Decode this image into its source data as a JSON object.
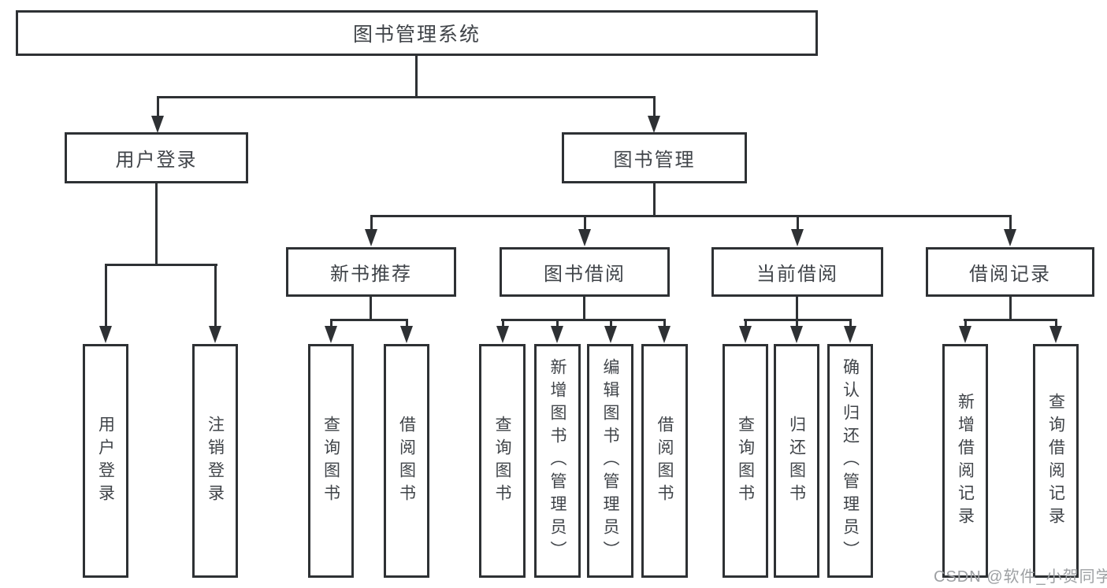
{
  "tree": {
    "label": "图书管理系统",
    "children": [
      {
        "label": "用户登录",
        "children": [
          {
            "label": "用户登录"
          },
          {
            "label": "注销登录"
          }
        ]
      },
      {
        "label": "图书管理",
        "children": [
          {
            "label": "新书推荐",
            "children": [
              {
                "label": "查询图书"
              },
              {
                "label": "借阅图书"
              }
            ]
          },
          {
            "label": "图书借阅",
            "children": [
              {
                "label": "查询图书"
              },
              {
                "label": "新增图书（管理员）"
              },
              {
                "label": "编辑图书（管理员）"
              },
              {
                "label": "借阅图书"
              }
            ]
          },
          {
            "label": "当前借阅",
            "children": [
              {
                "label": "查询图书"
              },
              {
                "label": "归还图书"
              },
              {
                "label": "确认归还（管理员）"
              }
            ]
          },
          {
            "label": "借阅记录",
            "children": [
              {
                "label": "新增借阅记录"
              },
              {
                "label": "查询借阅记录"
              }
            ]
          }
        ]
      }
    ]
  },
  "watermark": "CSDN @软件_小贺同学",
  "colors": {
    "line": "#2e3134",
    "text": "#404449",
    "watermark": "#9da0a3",
    "background": "#ffffff"
  }
}
